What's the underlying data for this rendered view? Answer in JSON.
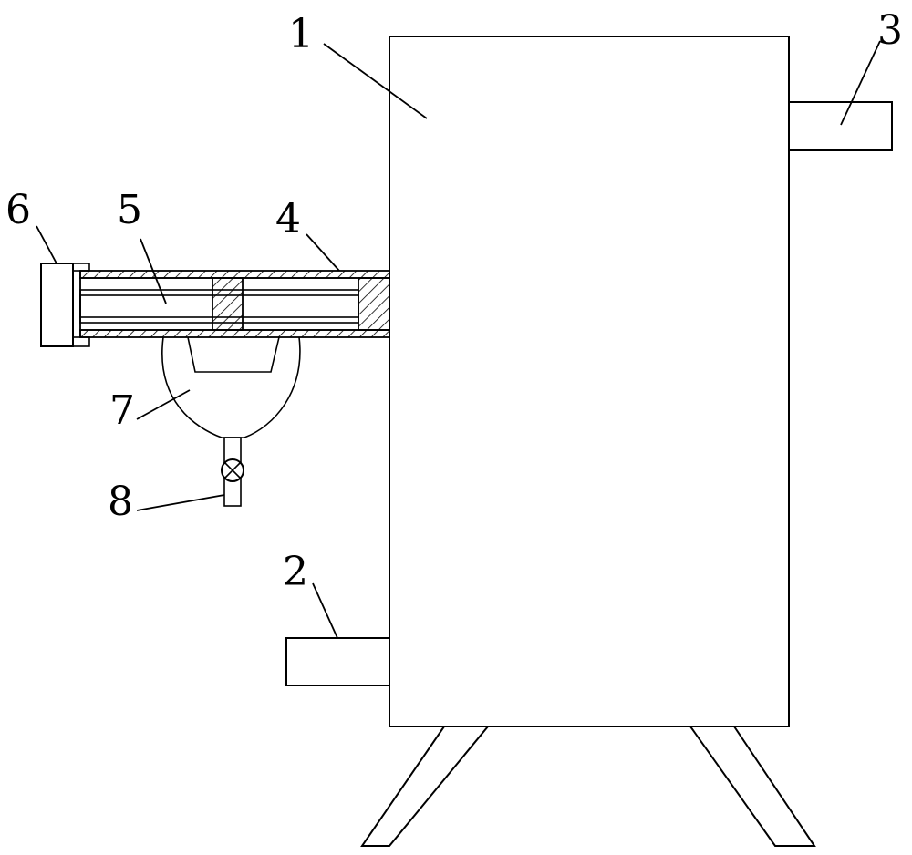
{
  "labels": {
    "body": "1",
    "inlet_pipe": "2",
    "outlet_pipe": "3",
    "sleeve": "4",
    "rod": "5",
    "end_cap": "6",
    "hopper": "7",
    "valve": "8"
  }
}
